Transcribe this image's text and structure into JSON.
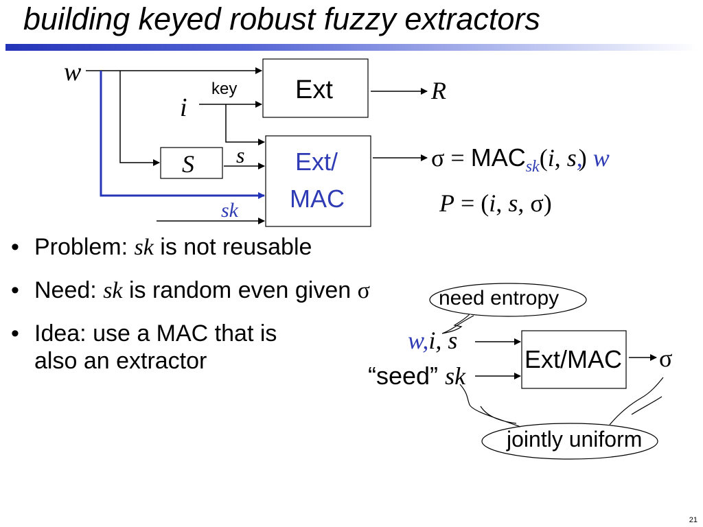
{
  "title": "building keyed robust fuzzy extractors",
  "page_number": "21",
  "colors": {
    "accent_blue": "#2e3bb4",
    "line_blue": "#2434b8"
  },
  "diagram_top": {
    "input_w": "w",
    "input_i": "i",
    "key_label": "key",
    "ext_box": "Ext",
    "output_R": "R",
    "s_box": "S",
    "s_label": "s",
    "extmac_line1": "Ext/",
    "extmac_line2": "MAC",
    "sk_label": "sk",
    "sigma_eq": {
      "sigma": "σ",
      "eq": " = ",
      "mac": "MAC",
      "sub": "sk",
      "args_open": "(",
      "arg_i": "i",
      "comma": ", ",
      "arg_s": "s",
      "comma2": ",",
      "args_close": ")",
      "arg_w": " w"
    },
    "p_eq": {
      "P": "P",
      "eq": " = (",
      "i": "i",
      "c1": ", ",
      "s": "s",
      "c2": ", ",
      "sigma": "σ",
      "close": ")"
    }
  },
  "bullets": [
    {
      "pre": "Problem: ",
      "it": "sk",
      "post": " is not reusable"
    },
    {
      "pre": "Need: ",
      "it": "sk",
      "post": " is random even given ",
      "sym": "σ"
    },
    {
      "pre": "Idea: use a MAC that is",
      "line2": "also an extractor"
    }
  ],
  "diagram_bottom": {
    "bubble_need": "need entropy",
    "in1_w": "w,",
    "in1_rest": "i, s",
    "in2_seed": "“seed”",
    "in2_sk": "sk",
    "box": "Ext/MAC",
    "out_sigma": "σ",
    "bubble_uniform": "jointly uniform"
  }
}
